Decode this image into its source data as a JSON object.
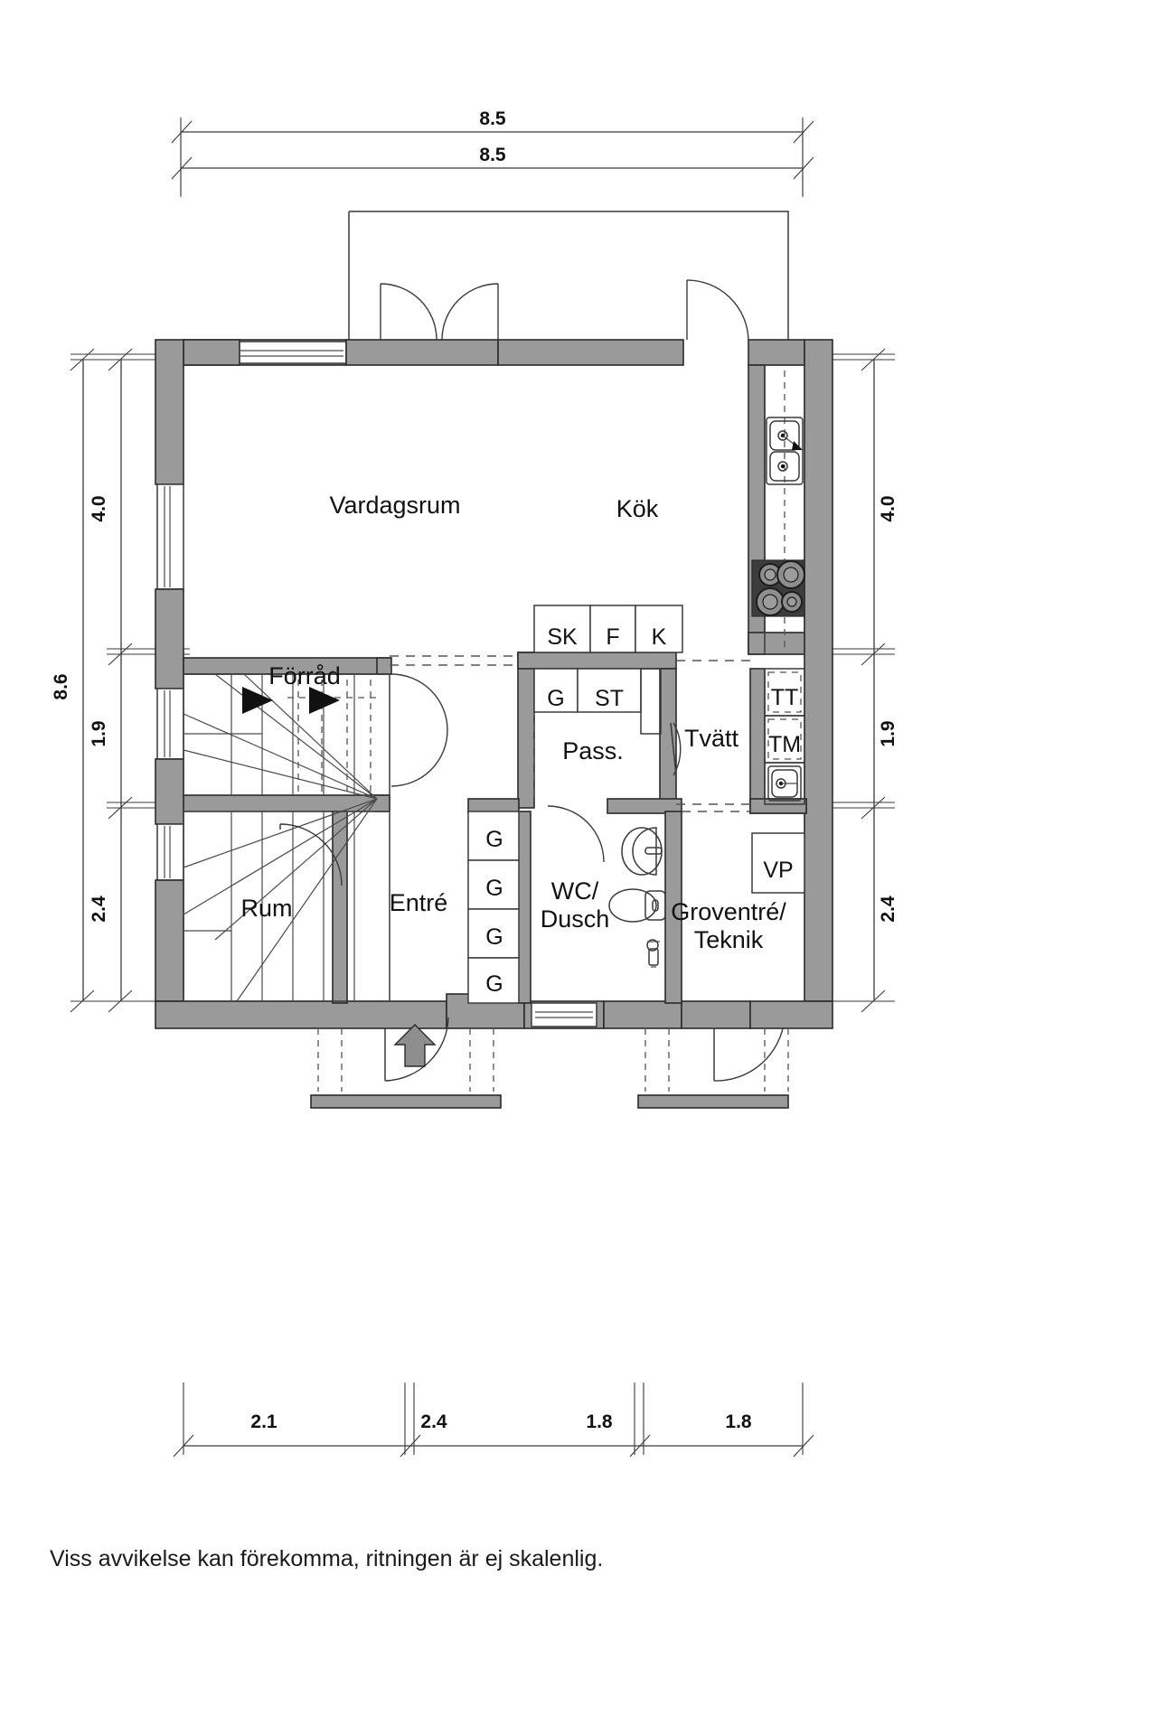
{
  "document": {
    "type": "floor-plan",
    "language": "sv",
    "caption": "Viss avvikelse kan förekomma, ritningen är ej skalenlig."
  },
  "dimensions": {
    "top": [
      {
        "id": "top-outer",
        "value": "8.5"
      },
      {
        "id": "top-inner",
        "value": "8.5"
      }
    ],
    "left_outer": [
      {
        "id": "left-total",
        "value": "8.6"
      }
    ],
    "left_inner": [
      {
        "id": "left-seg-1",
        "value": "4.0"
      },
      {
        "id": "left-seg-2",
        "value": "1.9"
      },
      {
        "id": "left-seg-3",
        "value": "2.4"
      }
    ],
    "right_inner": [
      {
        "id": "right-seg-1",
        "value": "4.0"
      },
      {
        "id": "right-seg-2",
        "value": "1.9"
      },
      {
        "id": "right-seg-3",
        "value": "2.4"
      }
    ],
    "bottom": [
      {
        "id": "bot-seg-1",
        "value": "2.1"
      },
      {
        "id": "bot-seg-2",
        "value": "2.4"
      },
      {
        "id": "bot-seg-3",
        "value": "1.8"
      },
      {
        "id": "bot-seg-4",
        "value": "1.8"
      }
    ]
  },
  "rooms": [
    {
      "id": "vardagsrum",
      "label": "Vardagsrum"
    },
    {
      "id": "kok",
      "label": "Kök"
    },
    {
      "id": "forrad",
      "label": "Förråd"
    },
    {
      "id": "pass",
      "label": "Pass."
    },
    {
      "id": "tvatt",
      "label": "Tvätt"
    },
    {
      "id": "rum",
      "label": "Rum"
    },
    {
      "id": "entre",
      "label": "Entré"
    },
    {
      "id": "wc-dusch-line1",
      "label": "WC/"
    },
    {
      "id": "wc-dusch-line2",
      "label": "Dusch"
    },
    {
      "id": "groventre-line1",
      "label": "Groventré/"
    },
    {
      "id": "groventre-line2",
      "label": "Teknik"
    }
  ],
  "fixtures": {
    "kitchen_top_row": [
      {
        "id": "sk",
        "label": "SK"
      },
      {
        "id": "f",
        "label": "F"
      },
      {
        "id": "k",
        "label": "K"
      }
    ],
    "kitchen_bottom_row": [
      {
        "id": "g-kitchen",
        "label": "G"
      },
      {
        "id": "st",
        "label": "ST"
      }
    ],
    "laundry": [
      {
        "id": "tt",
        "label": "TT"
      },
      {
        "id": "tm",
        "label": "TM"
      }
    ],
    "technical": [
      {
        "id": "vp",
        "label": "VP"
      }
    ],
    "entry_wardrobes": [
      {
        "id": "g1",
        "label": "G"
      },
      {
        "id": "g2",
        "label": "G"
      },
      {
        "id": "g3",
        "label": "G"
      },
      {
        "id": "g4",
        "label": "G"
      }
    ]
  },
  "colors": {
    "wall_fill": "#9a9a9a",
    "wall_stroke": "#2b2b2b",
    "line": "#3a3a3a",
    "stove_fill": "#3c3c3c",
    "background": "#ffffff",
    "text": "#111111"
  }
}
